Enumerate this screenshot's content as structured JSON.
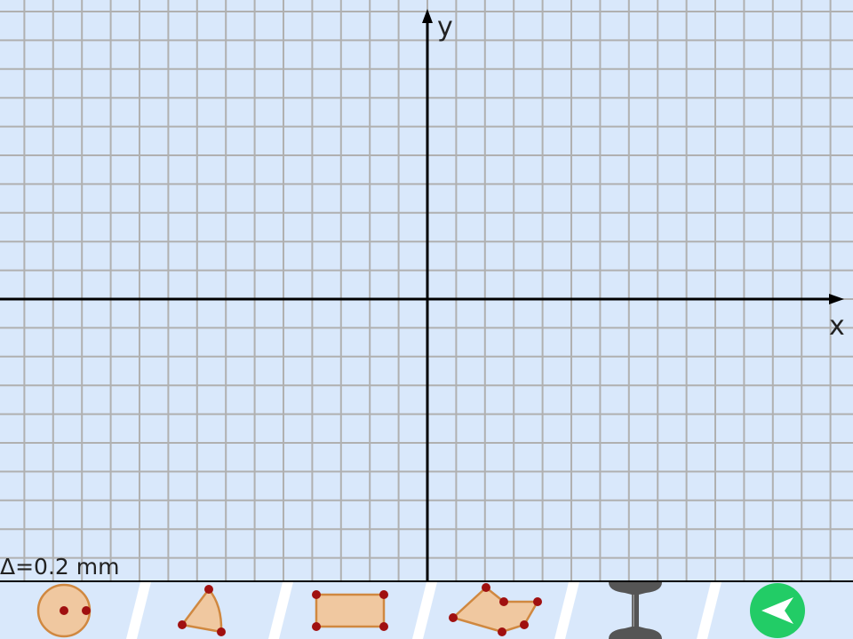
{
  "canvas": {
    "x_axis_label": "x",
    "y_axis_label": "y",
    "scale_text": "Δ=0.2 mm",
    "colors": {
      "background": "#d9e8fb",
      "grid": "#b0b0b0",
      "axis": "#000000"
    }
  },
  "toolbar": {
    "tools": [
      {
        "name": "circle-tool",
        "icon": "circle-with-points-icon"
      },
      {
        "name": "triangle-tool",
        "icon": "triangle-icon"
      },
      {
        "name": "rectangle-tool",
        "icon": "rectangle-icon"
      },
      {
        "name": "polygon-tool",
        "icon": "polygon-icon"
      },
      {
        "name": "i-beam-tool",
        "icon": "i-beam-icon"
      },
      {
        "name": "back-tool",
        "icon": "back-arrow-icon"
      }
    ],
    "colors": {
      "shape_fill": "#f0c8a0",
      "shape_stroke": "#d08840",
      "vertex": "#a01010",
      "beam": "#555555",
      "back_button": "#22cc66"
    }
  }
}
